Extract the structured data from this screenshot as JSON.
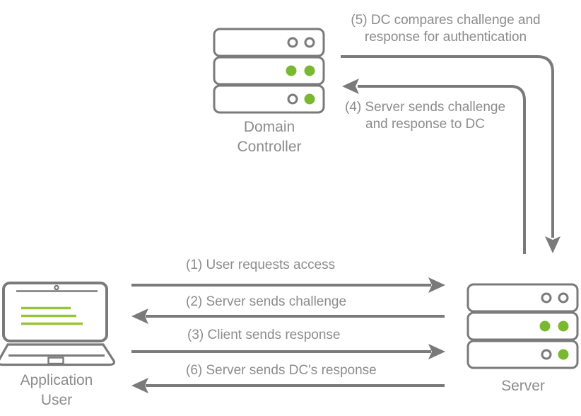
{
  "colors": {
    "line_gray": "#7a7a7a",
    "text_gray": "#8c8c8c",
    "green": "#79b930",
    "green_light": "#98c43c",
    "background": "#ffffff",
    "label_background": "#ffffff"
  },
  "nodes": {
    "domain_controller": {
      "label": "Domain Controller"
    },
    "application_user": {
      "label": "Application User"
    },
    "server": {
      "label": "Server"
    }
  },
  "messages": {
    "step1": {
      "text": "(1) User requests access",
      "direction": "right"
    },
    "step2": {
      "text": "(2) Server sends challenge",
      "direction": "left"
    },
    "step3": {
      "text": "(3) Client sends response",
      "direction": "right"
    },
    "step4": {
      "line1": "(4) Server sends challenge",
      "line2": "and response to DC",
      "direction": "up-then-left-to-dc"
    },
    "step5": {
      "line1": "(5) DC compares challenge and",
      "line2": "response for authentication",
      "direction": "right-then-down-to-server"
    },
    "step6": {
      "text": "(6) Server sends DC's response",
      "direction": "left"
    }
  }
}
